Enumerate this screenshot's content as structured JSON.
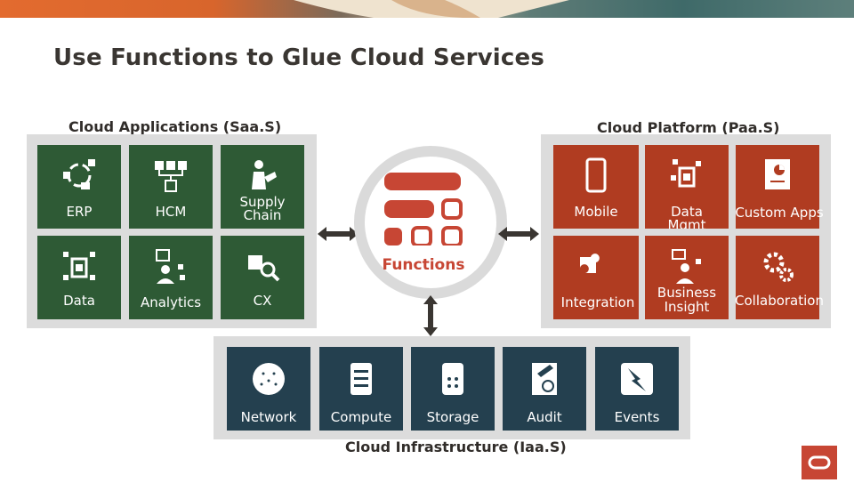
{
  "title": "Use Functions to Glue Cloud Services",
  "groups": {
    "saas": "Cloud Applications (Saa.S)",
    "paas": "Cloud Platform (Paa.S)",
    "iaas": "Cloud Infrastructure (Iaa.S)"
  },
  "center": {
    "label": "Functions"
  },
  "saas_tiles": [
    {
      "label": "ERP",
      "icon": "erp-icon"
    },
    {
      "label": "HCM",
      "icon": "hcm-icon"
    },
    {
      "label": "Supply Chain",
      "icon": "supply-chain-icon"
    },
    {
      "label": "Data",
      "icon": "data-icon"
    },
    {
      "label": "Analytics",
      "icon": "analytics-icon"
    },
    {
      "label": "CX",
      "icon": "cx-icon"
    }
  ],
  "paas_tiles": [
    {
      "label": "Mobile",
      "icon": "mobile-icon"
    },
    {
      "label": "Data Mgmt",
      "icon": "data-mgmt-icon"
    },
    {
      "label": "Custom Apps",
      "icon": "custom-apps-icon"
    },
    {
      "label": "Integration",
      "icon": "integration-icon"
    },
    {
      "label": "Business Insight",
      "icon": "business-insight-icon"
    },
    {
      "label": "Collaboration",
      "icon": "collaboration-icon"
    }
  ],
  "iaas_tiles": [
    {
      "label": "Network",
      "icon": "network-icon"
    },
    {
      "label": "Compute",
      "icon": "compute-icon"
    },
    {
      "label": "Storage",
      "icon": "storage-icon"
    },
    {
      "label": "Audit",
      "icon": "audit-icon"
    },
    {
      "label": "Events",
      "icon": "events-icon"
    }
  ],
  "colors": {
    "saas": "#2e5a35",
    "paas": "#b03c21",
    "iaas": "#24404f",
    "accent": "#c74634",
    "panel": "#dcdcdc"
  }
}
